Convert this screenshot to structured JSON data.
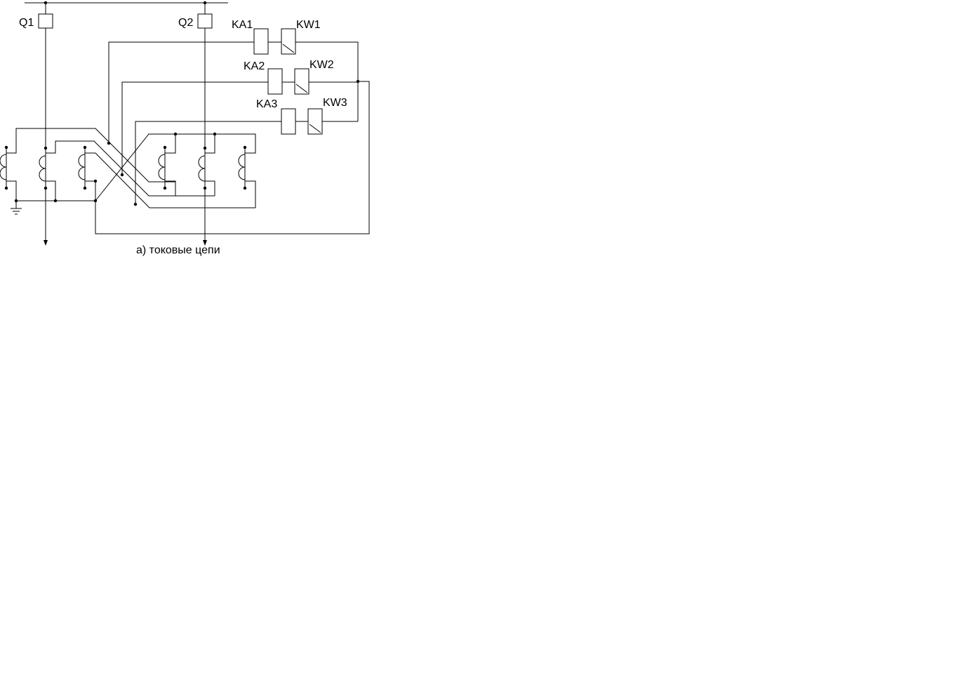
{
  "diagram": {
    "caption": "а) токовые цепи",
    "breakers": [
      "Q1",
      "Q2"
    ],
    "current_relays": [
      "KA1",
      "KA2",
      "KA3"
    ],
    "power_relays": [
      "KW1",
      "KW2",
      "KW3"
    ],
    "color": "#000000"
  }
}
